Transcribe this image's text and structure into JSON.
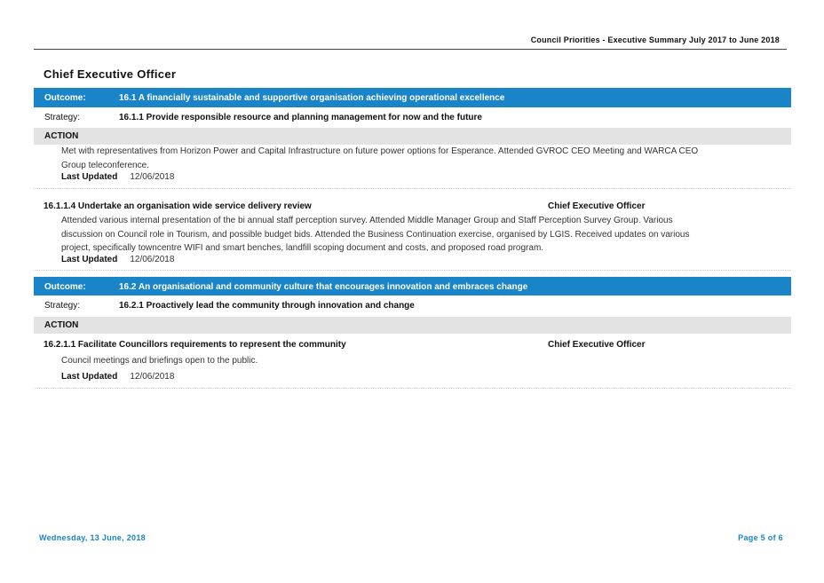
{
  "header": {
    "title": "Council Priorities - Executive Summary  July 2017 to June 2018"
  },
  "section": {
    "title": "Chief Executive Officer"
  },
  "outcomes": [
    {
      "label": "Outcome:",
      "text": "16.1  A financially sustainable and supportive organisation achieving operational excellence",
      "strategy_label": "Strategy:",
      "strategy_text": "16.1.1  Provide responsible resource and planning management for now and the future",
      "action_label": "ACTION",
      "actions": [
        {
          "title": "",
          "owner": "",
          "body": "Met with representatives from Horizon Power and Capital Infrastructure on future power options for Esperance.  Attended GVROC CEO Meeting and WARCA CEO Group teleconference.",
          "last_updated_label": "Last Updated",
          "last_updated": "12/06/2018"
        },
        {
          "title": "16.1.1.4  Undertake an organisation wide service delivery review",
          "owner": "Chief Executive Officer",
          "body": "Attended various internal presentation of the bi annual staff perception survey.  Attended Middle Manager Group and Staff Perception Survey Group.  Various discussion on Council role in Tourism, and possible budget bids.  Attended the Business Continuation exercise, organised by LGIS.  Received updates on various project, specifically towncentre WIFI and smart benches, landfill scoping document and costs, and proposed road program.",
          "last_updated_label": "Last Updated",
          "last_updated": "12/06/2018"
        }
      ]
    },
    {
      "label": "Outcome:",
      "text": "16.2  An organisational and community culture that encourages innovation and embraces change",
      "strategy_label": "Strategy:",
      "strategy_text": "16.2.1  Proactively lead the community through innovation and change",
      "action_label": "ACTION",
      "actions": [
        {
          "title": "16.2.1.1  Facilitate Councillors requirements to represent the community",
          "owner": "Chief Executive Officer",
          "body": "Council meetings and briefings open to the public.",
          "last_updated_label": "Last Updated",
          "last_updated": "12/06/2018"
        }
      ]
    }
  ],
  "footer": {
    "date": "Wednesday, 13 June, 2018",
    "page": "Page 5 of 6"
  },
  "colors": {
    "accent": "#1a84c8",
    "action_bar": "#e3e3e3"
  }
}
